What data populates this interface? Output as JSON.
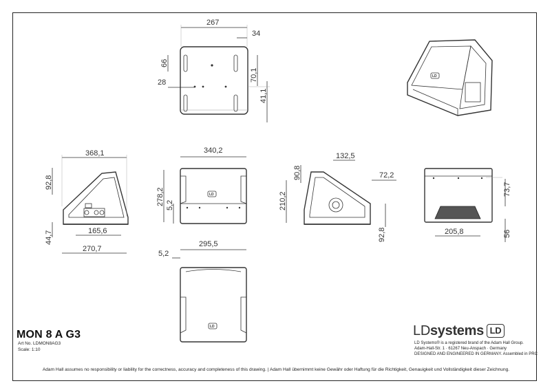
{
  "product": {
    "title": "MON 8 A G3",
    "art_no": "Art No. LDMON8AG3",
    "scale": "Scale: 1:10"
  },
  "brand": {
    "name_prefix": "LD",
    "name_suffix": "systems",
    "badge": "LD",
    "line1": "LD Systems® is a registered brand of the Adam Hall Group.",
    "line2": "Adam-Hall-Str. 1 · 61267 Neu-Anspach · Germany",
    "line3": "DESIGNED AND ENGINEERED IN GERMANY. Assembled in PRC"
  },
  "disclaimer": "Adam Hall assumes no responsibility or liability for the correctness, accuracy and completeness of this drawing. | Adam Hall übernimmt keine Gewähr oder Haftung für die Richtigkeit, Genauigkeit und Vollständigkeit dieser Zeichnung.",
  "dimensions": {
    "top_width": "267",
    "top_offset": "34",
    "top_left_66": "66",
    "top_left_28": "28",
    "top_right_70": "70,1",
    "top_right_41": "41,1",
    "side_width": "368,1",
    "side_height_top": "92,8",
    "side_bottom_left": "44,7",
    "side_inner": "165,6",
    "side_base": "270,7",
    "front_width": "340,2",
    "front_height": "278,2",
    "front_small": "5,2",
    "side2_top": "132,5",
    "side2_left_top": "90,8",
    "side2_right": "72,2",
    "side2_height": "210,2",
    "side2_bottom": "92,8",
    "rear_height": "73,7",
    "rear_width": "205,8",
    "rear_bottom": "56",
    "bottom_width": "295,5",
    "bottom_small": "5,2"
  },
  "logo_text": "LD"
}
